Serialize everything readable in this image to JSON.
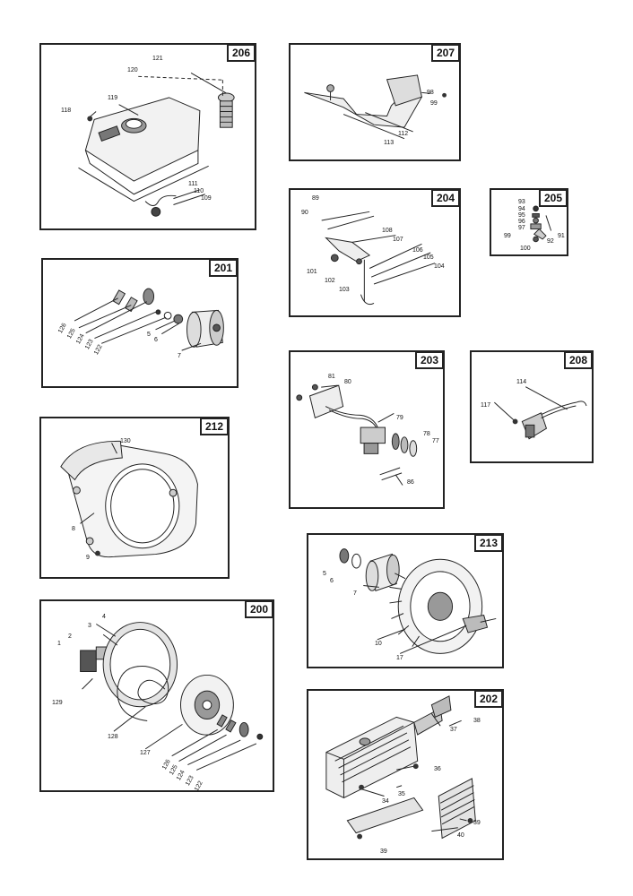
{
  "panels": {
    "p206": {
      "number": "206",
      "labels": [
        "121",
        "120",
        "119",
        "118",
        "111",
        "110",
        "109"
      ]
    },
    "p207": {
      "number": "207",
      "labels": [
        "98",
        "99",
        "112",
        "113"
      ]
    },
    "p204": {
      "number": "204",
      "labels": [
        "89",
        "90",
        "108",
        "107",
        "106",
        "105",
        "104",
        "101",
        "102",
        "103"
      ]
    },
    "p205": {
      "number": "205",
      "labels": [
        "93",
        "94",
        "95",
        "96",
        "97",
        "99",
        "100",
        "92",
        "91"
      ]
    },
    "p201": {
      "number": "201",
      "labels": [
        "126",
        "125",
        "124",
        "123",
        "122",
        "5",
        "6",
        "7"
      ]
    },
    "p203": {
      "number": "203",
      "labels": [
        "81",
        "80",
        "79",
        "78",
        "77",
        "86"
      ]
    },
    "p208": {
      "number": "208",
      "labels": [
        "114",
        "117"
      ]
    },
    "p212": {
      "number": "212",
      "labels": [
        "130",
        "8",
        "9"
      ]
    },
    "p213": {
      "number": "213",
      "labels": [
        "5",
        "6",
        "7",
        "10",
        "17"
      ]
    },
    "p200": {
      "number": "200",
      "labels": [
        "4",
        "3",
        "2",
        "1",
        "129",
        "128",
        "127",
        "126",
        "125",
        "124",
        "123",
        "122"
      ]
    },
    "p202": {
      "number": "202",
      "labels": [
        "38",
        "37",
        "36",
        "35",
        "34",
        "39",
        "40",
        "39"
      ]
    }
  }
}
